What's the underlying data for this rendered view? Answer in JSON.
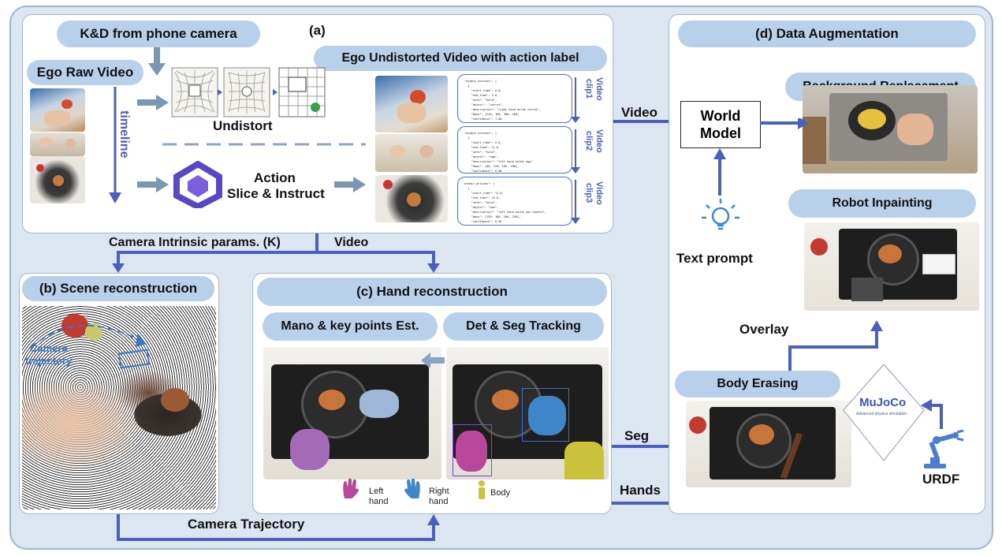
{
  "panel_a": {
    "tag": "(a)",
    "kd_label": "K&D from phone camera",
    "ego_raw_label": "Ego Raw Video",
    "timeline_label": "timeline",
    "undistort_label": "Undistort",
    "action_label_1": "Action",
    "action_label_2": "Slice & Instruct",
    "undistorted_title": "Ego Undistorted Video with action label",
    "clips": [
      {
        "label_1": "Video",
        "label_2": "clip1",
        "json": "\"atomic_actions\": [\n  {\n    \"start_time\": 0.0,\n    \"end_time\": 3.6,\n    \"verb\": \"hold\",\n    \"object\": \"carrot\",\n    \"description\": \"right hand holds carrot\",\n    \"bbox\": [220, 160, 380, 260]\n    \"confidence\": 1.00\n  }\n  ..."
      },
      {
        "label_1": "Video",
        "label_2": "clip2",
        "json": "\"atomic_actions\": [\n  {\n    \"start_time\": 5.0,\n    \"end_time\": 11.0\n    \"verb\": \"hold\",\n    \"object\": \"egg\",\n    \"description\": \"left hand holds egg\",\n    \"bbox\": [80, 120, 165, 180],\n    \"confidence\": 0.88\n  }\n  ..."
      },
      {
        "label_1": "Video",
        "label_2": "clip3",
        "json": "atomic_actions\": [\n  {\n    \"start_time\": 11.0,\n    \"end_time\": 19.0,\n    \"verb\": \"hold\",\n    \"object\": \"pan\",\n    \"description\": \"left hand holds pan handle\",\n    \"bbox\": [150, 180, 200, 250],\n    \"confidence\": 0.94\n  }\n  ..."
      }
    ]
  },
  "flow": {
    "camera_intrinsic": "Camera Intrinsic params. (K)",
    "video_down": "Video",
    "video_right": "Video",
    "camera_trajectory": "Camera Trajectory",
    "seg": "Seg",
    "hands": "Hands"
  },
  "panel_b": {
    "title": "(b) Scene reconstruction",
    "camera_traj_1": "Camera",
    "camera_traj_2": "trajectory"
  },
  "panel_c": {
    "title": "(c) Hand reconstruction",
    "mano_label": "Mano & key points Est.",
    "det_label": "Det & Seg Tracking",
    "legend": {
      "left_1": "Left",
      "left_2": "hand",
      "right_1": "Right",
      "right_2": "hand",
      "body": "Body",
      "left_color": "#b8479c",
      "right_color": "#3f86c8",
      "body_color": "#c9c23a"
    }
  },
  "panel_d": {
    "title": "(d) Data Augmentation",
    "background_replacement": "Background Replacement",
    "world_model_1": "World",
    "world_model_2": "Model",
    "text_prompt": "Text prompt",
    "robot_inpainting": "Robot Inpainting",
    "overlay": "Overlay",
    "body_erasing": "Body Erasing",
    "mujoco": "MuJoCo",
    "mujoco_sub": "Advanced physics simulation",
    "urdf": "URDF"
  },
  "colors": {
    "arrow": "#4b5fc0",
    "pill": "#b9d0ea",
    "bg": "#dbe6f1"
  }
}
